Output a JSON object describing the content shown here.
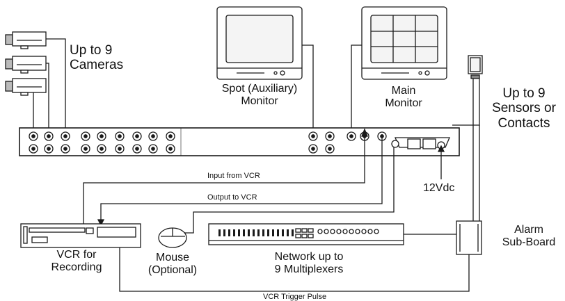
{
  "labels": {
    "cameras": [
      "Up to 9",
      "Cameras"
    ],
    "spot_monitor": [
      "Spot (Auxiliary)",
      "Monitor"
    ],
    "main_monitor": [
      "Main",
      "Monitor"
    ],
    "sensors": [
      "Up to 9",
      "Sensors or",
      "Contacts"
    ],
    "input_from_vcr": "Input from VCR",
    "output_to_vcr": "Output to VCR",
    "power": "12Vdc",
    "vcr": [
      "VCR for",
      "Recording"
    ],
    "mouse": [
      "Mouse",
      "(Optional)"
    ],
    "network": [
      "Network up to",
      "9 Multiplexers"
    ],
    "alarm": [
      "Alarm",
      "Sub-Board"
    ],
    "vcr_trigger": "VCR Trigger Pulse"
  },
  "colors": {
    "line": "#1a1a1a",
    "background": "#ffffff",
    "screen": "#f4f4f4"
  },
  "icons": [
    "camera-icon",
    "monitor-icon",
    "sensor-icon",
    "vcr-icon",
    "mouse-icon",
    "multiplexer-icon",
    "alarm-board-icon"
  ]
}
